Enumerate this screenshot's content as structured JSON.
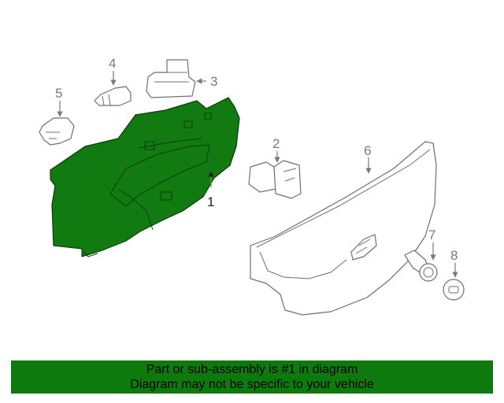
{
  "diagram": {
    "callouts": {
      "c1": "1",
      "c2": "2",
      "c3": "3",
      "c4": "4",
      "c5": "5",
      "c6": "6",
      "c7": "7",
      "c8": "8"
    },
    "highlight_color": "#117a11",
    "part_outline_color": "#6f6f6f"
  },
  "banner": {
    "line1": "Part or sub-assembly is #1 in diagram",
    "line2": "Diagram may not be specific to your vehicle",
    "background_color": "#0e7a0e"
  }
}
